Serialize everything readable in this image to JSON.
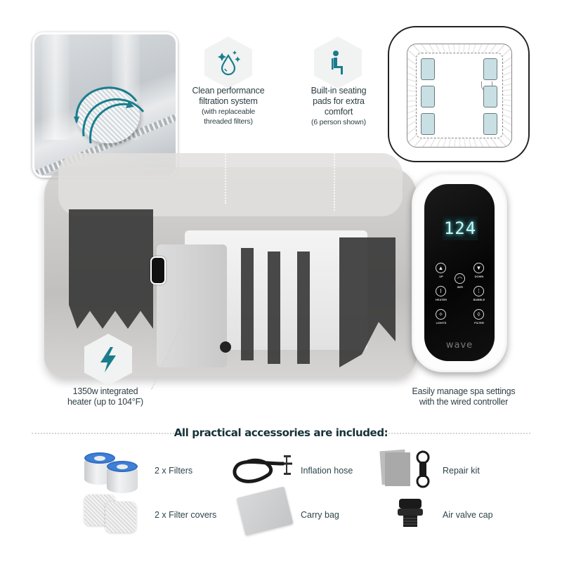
{
  "features": {
    "filtration": {
      "icon": "water-drop-sparkle-icon",
      "line1": "Clean performance",
      "line2": "filtration system",
      "sub1": "(with replaceable",
      "sub2": "threaded filters)"
    },
    "seating": {
      "icon": "seated-person-icon",
      "line1": "Built-in seating",
      "line2": "pads for extra",
      "line3": "comfort",
      "sub1": "(6 person shown)"
    },
    "heater": {
      "icon": "lightning-bolt-icon",
      "line1": "1350w integrated",
      "line2": "heater (up to 104°F)"
    },
    "controller": {
      "line1": "Easily manage spa settings",
      "line2": "with the wired controller"
    }
  },
  "remote": {
    "display_value": "124",
    "buttons": {
      "up": "UP",
      "down": "DOWN",
      "wifi": "WIFI",
      "heater": "HEATER",
      "bubble": "BUBBLE",
      "lights": "LIGHTS",
      "filter": "FILTER"
    },
    "brand": "wave"
  },
  "layout_diagram": {
    "seat_pads": 6
  },
  "accessories": {
    "title": "All practical accessories are included:",
    "items": [
      {
        "label": "2 x Filters",
        "icon": "filter-cartridge-icon"
      },
      {
        "label": "Inflation hose",
        "icon": "hose-icon"
      },
      {
        "label": "Repair kit",
        "icon": "repair-kit-icon"
      },
      {
        "label": "2 x Filter covers",
        "icon": "filter-cover-icon"
      },
      {
        "label": "Carry bag",
        "icon": "carry-bag-icon"
      },
      {
        "label": "Air valve cap",
        "icon": "valve-cap-icon"
      }
    ]
  },
  "colors": {
    "accent": "#1a7d8c",
    "text": "#2e3f45",
    "title": "#173238",
    "pad_fill": "#c8e0e4"
  }
}
